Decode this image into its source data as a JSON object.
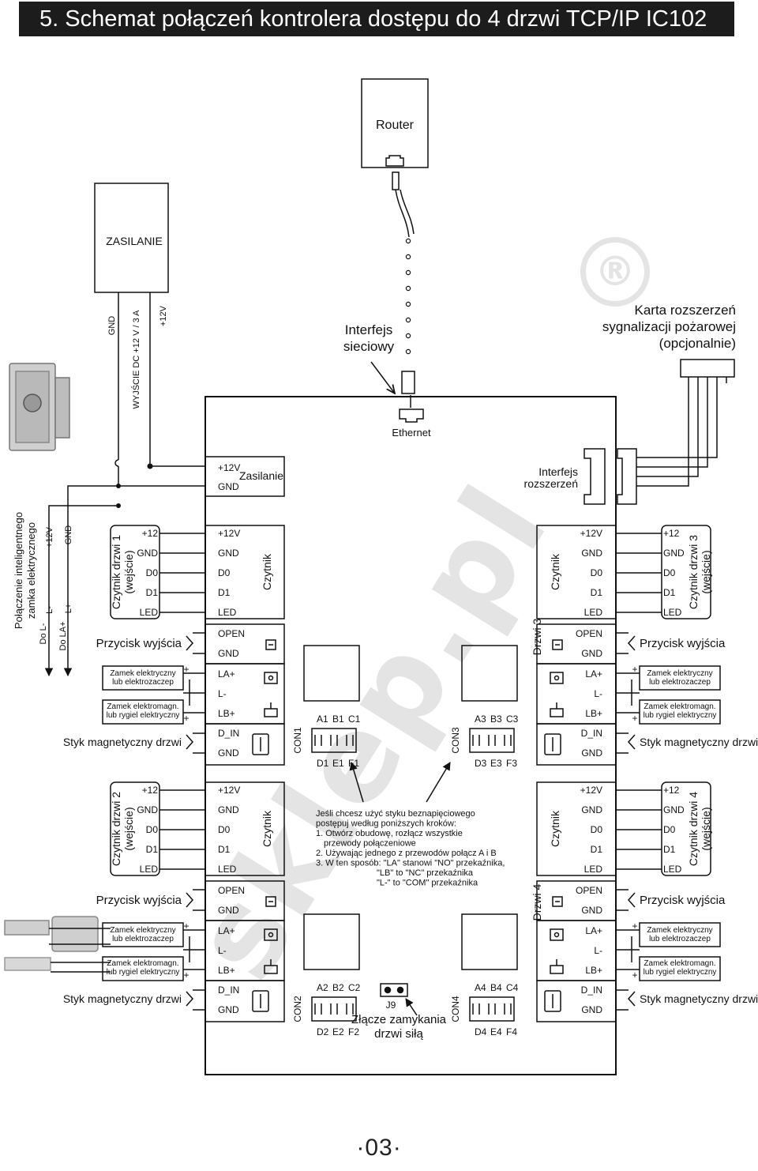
{
  "header": {
    "title": "5. Schemat połączeń kontrolera dostępu do 4 drzwi TCP/IP IC102"
  },
  "page_number": "03",
  "watermark": {
    "text": "sklep.pl",
    "mark": "®"
  },
  "colors": {
    "header_bg": "#1c1c1c",
    "line": "#111111",
    "watermark": "#e4e4e4"
  },
  "top": {
    "router": "Router",
    "power_supply": "ZASILANIE",
    "psu_gnd": "GND",
    "psu_out": "WYJŚCIE DC +12 V / 3 A",
    "psu_12v": "+12V",
    "network_interface": [
      "Interfejs",
      "sieciowy"
    ],
    "fire_card": [
      "Karta rozszerzeń",
      "sygnalizacji pożarowej",
      "(opcjonalnie)"
    ],
    "ethernet": "Ethernet"
  },
  "board": {
    "power_12v": "+12V",
    "power_label": "Zasilanie",
    "power_gnd": "GND",
    "expansion": [
      "Interfejs",
      "rozszerzeń"
    ],
    "reader": "Czytnik",
    "door3": "Drzwi 3",
    "door4": "Drzwi 4",
    "reader_terms": [
      "+12V",
      "GND",
      "D0",
      "D1",
      "LED"
    ],
    "exit_terms": [
      "OPEN",
      "GND"
    ],
    "lock_terms": [
      "LA+",
      "L-",
      "LB+"
    ],
    "sensor_terms": [
      "D_IN",
      "GND"
    ]
  },
  "smart_lock": {
    "title": [
      "Połączenie inteligentnego",
      "zamka elektrycznego"
    ],
    "pins": [
      "+12V",
      "GND",
      "L-",
      "L+"
    ],
    "to": [
      "Do L-",
      "Do LA+"
    ]
  },
  "external": {
    "reader_pins": [
      "+12",
      "GND",
      "D0",
      "D1",
      "LED"
    ],
    "reader1": [
      "Czytnik drzwi 1",
      "(wejście)"
    ],
    "reader2": [
      "Czytnik drzwi 2",
      "(wejście)"
    ],
    "reader3": [
      "Czytnik drzwi 3",
      "(wejście)"
    ],
    "reader4": [
      "Czytnik drzwi 4",
      "(wejście)"
    ],
    "exit_button": "Przycisk wyjścia",
    "lock_no": [
      "Zamek elektryczny",
      "lub elektrozaczep"
    ],
    "lock_nc": [
      "Zamek elektromagn.",
      "lub rygiel elektryczny"
    ],
    "door_sensor": "Styk magnetyczny drzwi"
  },
  "connectors": {
    "con1": {
      "name": "CON1",
      "top": [
        "A1",
        "B1",
        "C1"
      ],
      "bottom": [
        "D1",
        "E1",
        "F1"
      ]
    },
    "con2": {
      "name": "CON2",
      "top": [
        "A2",
        "B2",
        "C2"
      ],
      "bottom": [
        "D2",
        "E2",
        "F2"
      ]
    },
    "con3": {
      "name": "CON3",
      "top": [
        "A3",
        "B3",
        "C3"
      ],
      "bottom": [
        "D3",
        "E3",
        "F3"
      ]
    },
    "con4": {
      "name": "CON4",
      "top": [
        "A4",
        "B4",
        "C4"
      ],
      "bottom": [
        "D4",
        "E4",
        "F4"
      ]
    },
    "j9": "J9",
    "j9_desc": [
      "Złącze zamykania",
      "drzwi siłą"
    ]
  },
  "note": [
    "Jeśli chcesz użyć styku beznapięciowego",
    "postępuj według poniższych kroków:",
    "1. Otwórz obudowę, rozłącz wszystkie",
    "przewody połączeniowe",
    "2. Używając jednego z przewodów połącz A i B",
    "3. W ten sposób: \"LA\" stanowi \"NO\" przekaźnika,",
    "\"LB\" to \"NC\" przekaźnika",
    "\"L-\" to \"COM\" przekaźnika"
  ],
  "icons": [
    "network-port-icon",
    "rj45-plug-icon",
    "hand-press-icon",
    "lock-icon",
    "bolt-icon",
    "reed-switch-icon",
    "relay-contact-icon",
    "jumper-icon",
    "arrow-icon"
  ]
}
